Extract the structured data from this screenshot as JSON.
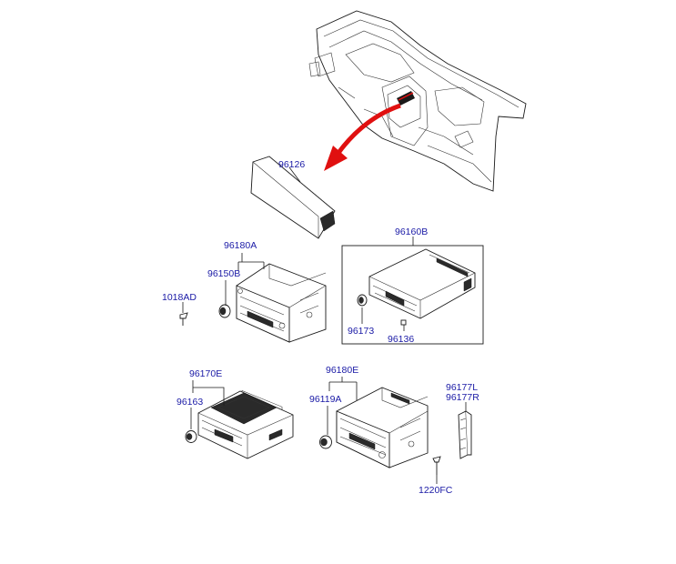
{
  "colors": {
    "label": "#1a1aa6",
    "arrow": "#e01010",
    "line": "#1a1a1a"
  },
  "labels": {
    "p96126": "96126",
    "p96180A": "96180A",
    "p96150B": "96150B",
    "p1018AD": "1018AD",
    "p96160B": "96160B",
    "p96173": "96173",
    "p96136": "96136",
    "p96170E": "96170E",
    "p96163": "96163",
    "p96180E": "96180E",
    "p96119A": "96119A",
    "p96177L": "96177L",
    "p96177R": "96177R",
    "p1220FC": "1220FC"
  }
}
